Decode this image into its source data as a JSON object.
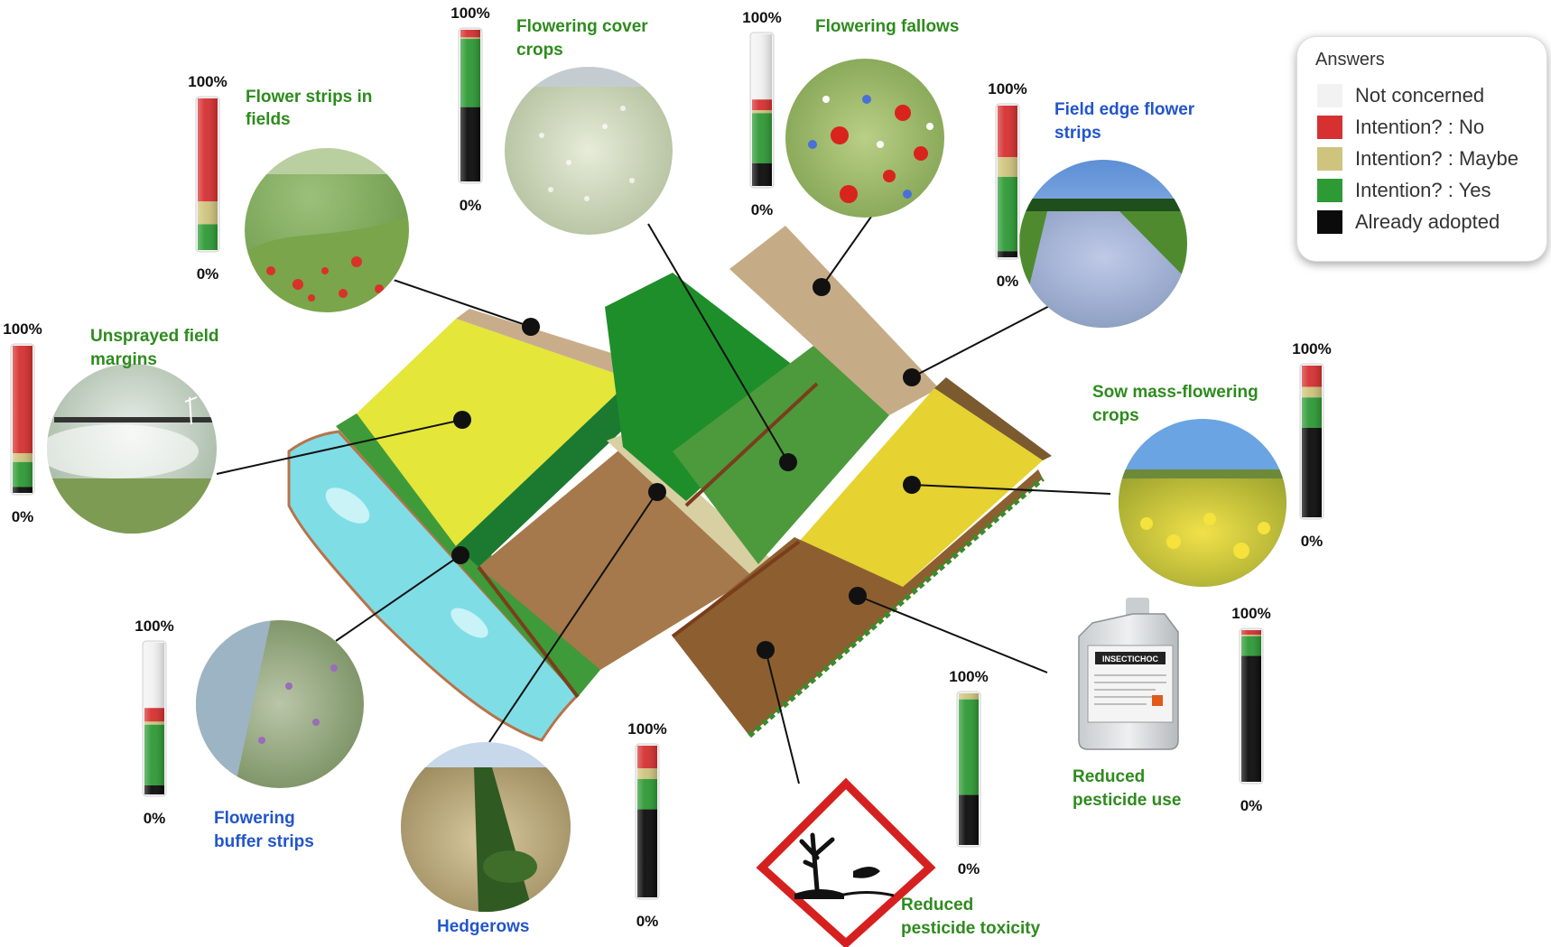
{
  "legend": {
    "title": "Answers",
    "items": [
      {
        "label": "Not concerned",
        "color": "#f2f2f2"
      },
      {
        "label": "Intention? : No",
        "color": "#d63030"
      },
      {
        "label": "Intention? : Maybe",
        "color": "#cfc47e"
      },
      {
        "label": "Intention? : Yes",
        "color": "#2e9a35"
      },
      {
        "label": "Already adopted",
        "color": "#0b0b0b"
      }
    ]
  },
  "chart_data": {
    "type": "bar",
    "stacked_order": [
      "Not concerned",
      "Intention? : No",
      "Intention? : Maybe",
      "Intention? : Yes",
      "Already adopted"
    ],
    "ylim": [
      0,
      100
    ],
    "axis_labels": {
      "top": "100%",
      "bottom": "0%"
    },
    "practices": [
      {
        "name": "Flower strips in fields",
        "label_color": "#2e8b1e",
        "values": [
          0,
          68,
          15,
          17,
          0
        ]
      },
      {
        "name": "Flowering cover crops",
        "label_color": "#2e8b1e",
        "values": [
          0,
          5,
          1,
          45,
          49
        ]
      },
      {
        "name": "Flowering fallows",
        "label_color": "#2e8b1e",
        "values": [
          43,
          7,
          2,
          33,
          15
        ]
      },
      {
        "name": "Field edge flower strips",
        "label_color": "#2255cc",
        "values": [
          0,
          34,
          13,
          49,
          4
        ]
      },
      {
        "name": "Unsprayed field margins",
        "label_color": "#2e8b1e",
        "values": [
          0,
          73,
          6,
          17,
          4
        ]
      },
      {
        "name": "Sow mass-flowering crops",
        "label_color": "#2e8b1e",
        "values": [
          0,
          14,
          7,
          20,
          59
        ]
      },
      {
        "name": "Flowering buffer strips",
        "label_color": "#2255cc",
        "values": [
          43,
          9,
          2,
          40,
          6
        ]
      },
      {
        "name": "Hedgerows",
        "label_color": "#2255cc",
        "values": [
          0,
          15,
          7,
          20,
          58
        ]
      },
      {
        "name": "Reduced pesticide toxicity",
        "label_color": "#2e8b1e",
        "values": [
          0,
          0,
          4,
          63,
          33
        ]
      },
      {
        "name": "Reduced pesticide use",
        "label_color": "#2e8b1e",
        "values": [
          0,
          3,
          1,
          13,
          83
        ]
      }
    ]
  },
  "bottle_label": "INSECTICHOC"
}
